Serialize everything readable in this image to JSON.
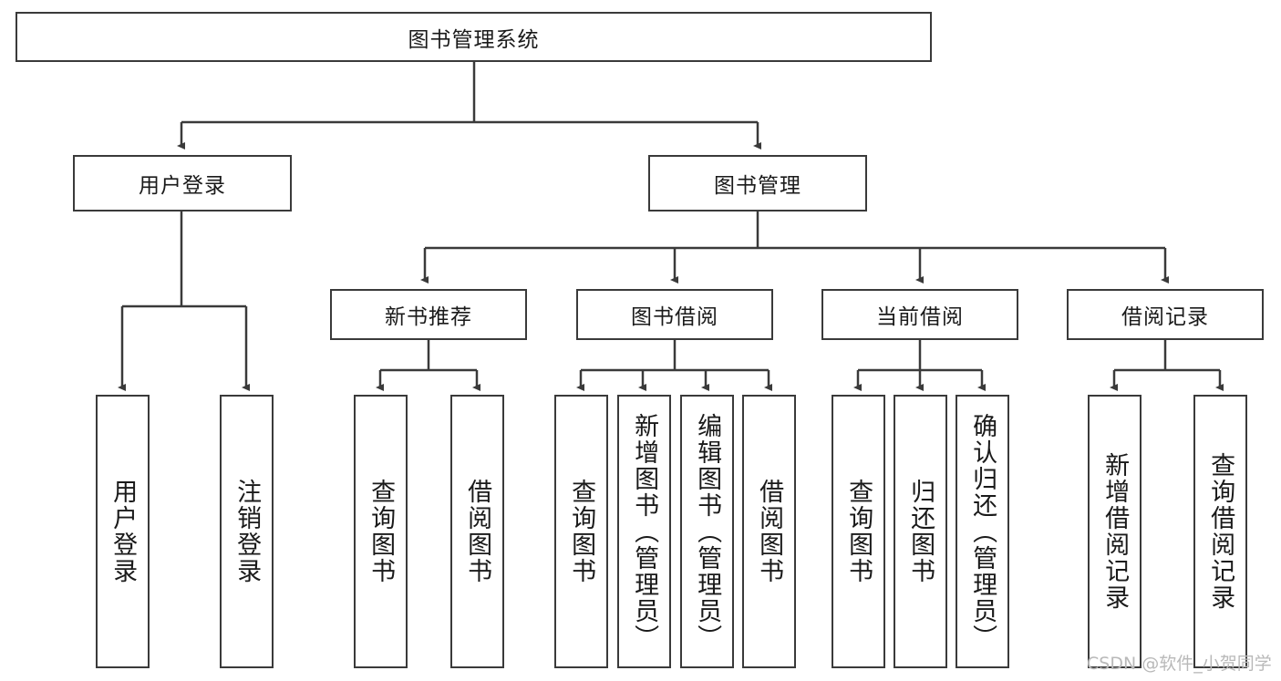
{
  "diagram": {
    "type": "tree-hierarchy",
    "title": "图书管理系统",
    "root": {
      "id": "root",
      "label": "图书管理系统",
      "orientation": "horizontal"
    },
    "level2": [
      {
        "id": "user-login",
        "label": "用户登录",
        "orientation": "horizontal"
      },
      {
        "id": "book-management",
        "label": "图书管理",
        "orientation": "horizontal"
      }
    ],
    "level3": [
      {
        "id": "new-book-recommend",
        "label": "新书推荐",
        "orientation": "horizontal",
        "parent": "book-management"
      },
      {
        "id": "book-borrow",
        "label": "图书借阅",
        "orientation": "horizontal",
        "parent": "book-management"
      },
      {
        "id": "current-borrow",
        "label": "当前借阅",
        "orientation": "horizontal",
        "parent": "book-management"
      },
      {
        "id": "borrow-record",
        "label": "借阅记录",
        "orientation": "horizontal",
        "parent": "book-management"
      }
    ],
    "leaves": [
      {
        "id": "leaf-user-login",
        "label": "用户登录",
        "orientation": "vertical",
        "parent": "user-login"
      },
      {
        "id": "leaf-logout-login",
        "label": "注销登录",
        "orientation": "vertical",
        "parent": "user-login"
      },
      {
        "id": "leaf-query-book-1",
        "label": "查询图书",
        "orientation": "vertical",
        "parent": "new-book-recommend"
      },
      {
        "id": "leaf-borrow-book-1",
        "label": "借阅图书",
        "orientation": "vertical",
        "parent": "new-book-recommend"
      },
      {
        "id": "leaf-query-book-2",
        "label": "查询图书",
        "orientation": "vertical",
        "parent": "book-borrow"
      },
      {
        "id": "leaf-add-book",
        "label": "新增图书（管理员）",
        "orientation": "vertical",
        "parent": "book-borrow"
      },
      {
        "id": "leaf-edit-book",
        "label": "编辑图书（管理员）",
        "orientation": "vertical",
        "parent": "book-borrow"
      },
      {
        "id": "leaf-borrow-book-2",
        "label": "借阅图书",
        "orientation": "vertical",
        "parent": "book-borrow"
      },
      {
        "id": "leaf-query-book-3",
        "label": "查询图书",
        "orientation": "vertical",
        "parent": "current-borrow"
      },
      {
        "id": "leaf-return-book",
        "label": "归还图书",
        "orientation": "vertical",
        "parent": "current-borrow"
      },
      {
        "id": "leaf-confirm-return",
        "label": "确认归还（管理员）",
        "orientation": "vertical",
        "parent": "current-borrow"
      },
      {
        "id": "leaf-add-record",
        "label": "新增借阅记录",
        "orientation": "vertical",
        "parent": "borrow-record"
      },
      {
        "id": "leaf-query-record",
        "label": "查询借阅记录",
        "orientation": "vertical",
        "parent": "borrow-record"
      }
    ]
  },
  "watermark": {
    "text": "CSDN @软件_小贺同学"
  },
  "colors": {
    "stroke": "#3a3a3a",
    "background": "#ffffff",
    "text": "#1a1a1a",
    "watermark": "#b9b9b9"
  }
}
